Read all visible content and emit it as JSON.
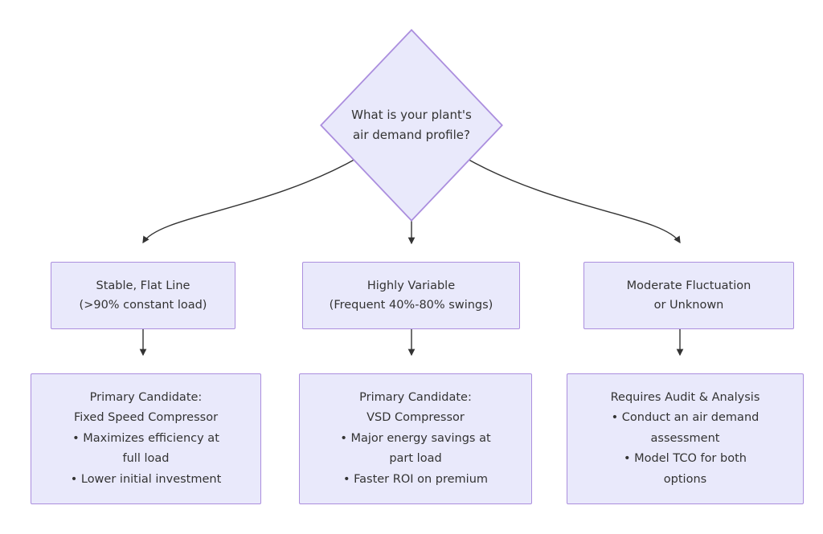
{
  "diagram": {
    "type": "decision-flowchart",
    "title": "Compressor selection decision flowchart",
    "background_color": "#ffffff",
    "node_fill_color": "#e9e9fb",
    "node_border_color": "#ab8ede",
    "edge_color": "#333333",
    "text_color": "#333333"
  },
  "decision": {
    "id": "air-demand-profile",
    "shape": "diamond",
    "text": "What is your plant's\nair demand profile?"
  },
  "branches": [
    {
      "id": "stable",
      "label_title": "Stable, Flat Line",
      "label_detail": "(>90% constant load)",
      "text": "Stable, Flat Line\n(>90% constant load)"
    },
    {
      "id": "variable",
      "label_title": "Highly Variable",
      "label_detail": "(Frequent 40%-80% swings)",
      "text": "Highly Variable\n(Frequent 40%-80% swings)"
    },
    {
      "id": "moderate",
      "label_title": "Moderate Fluctuation",
      "label_detail": "or Unknown",
      "text": "Moderate Fluctuation\nor Unknown"
    }
  ],
  "outcomes": [
    {
      "id": "fixed-speed",
      "heading": "Primary Candidate:\nFixed Speed Compressor",
      "bullets": [
        "• Maximizes efficiency at\nfull load",
        "• Lower initial investment"
      ],
      "text": "Primary Candidate:\nFixed Speed Compressor\n• Maximizes efficiency at\nfull load\n• Lower initial investment"
    },
    {
      "id": "vsd",
      "heading": "Primary Candidate:\nVSD Compressor",
      "bullets": [
        "• Major energy savings at\npart load",
        "• Faster ROI on premium"
      ],
      "text": "Primary Candidate:\nVSD Compressor\n• Major energy savings at\npart load\n• Faster ROI on premium"
    },
    {
      "id": "audit",
      "heading": "Requires Audit & Analysis",
      "bullets": [
        "• Conduct an air demand\nassessment",
        "• Model TCO for both\noptions"
      ],
      "text": "Requires Audit & Analysis\n• Conduct an air demand\nassessment\n• Model TCO for both\noptions"
    }
  ]
}
